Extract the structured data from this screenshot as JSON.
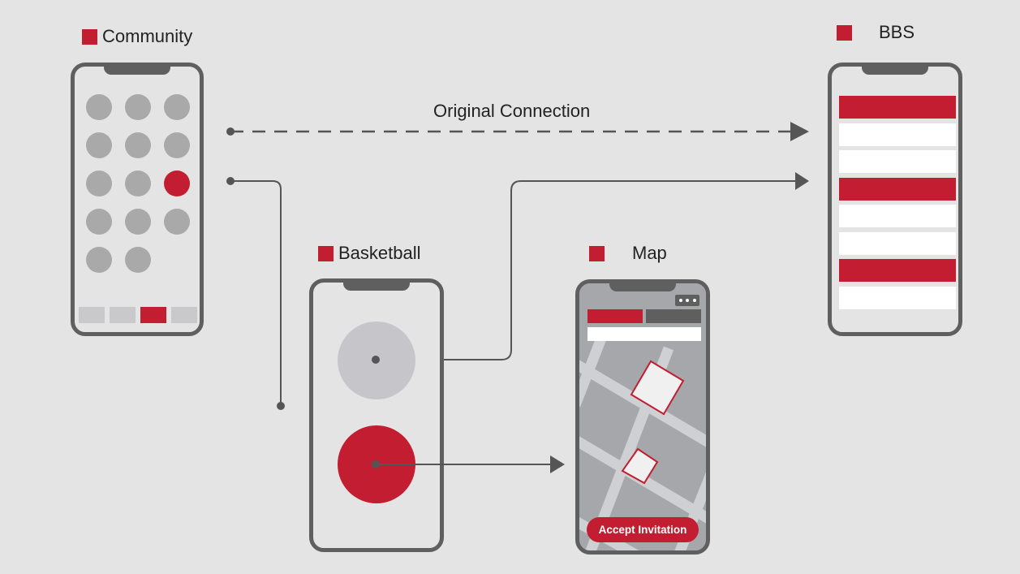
{
  "colors": {
    "background": "#e4e4e4",
    "accent": "#c21d30",
    "frame": "#5f5f5f",
    "dot": "#a9a9a9",
    "line": "#555555"
  },
  "community": {
    "title": "Community",
    "app_icons": [
      {
        "state": "inactive"
      },
      {
        "state": "inactive"
      },
      {
        "state": "inactive"
      },
      {
        "state": "inactive"
      },
      {
        "state": "inactive"
      },
      {
        "state": "inactive"
      },
      {
        "state": "inactive"
      },
      {
        "state": "inactive"
      },
      {
        "state": "active"
      },
      {
        "state": "inactive"
      },
      {
        "state": "inactive"
      },
      {
        "state": "inactive"
      },
      {
        "state": "inactive"
      },
      {
        "state": "inactive"
      }
    ],
    "tabs": [
      {
        "state": "inactive"
      },
      {
        "state": "inactive"
      },
      {
        "state": "active"
      },
      {
        "state": "inactive"
      }
    ]
  },
  "bbs": {
    "title": "BBS",
    "rows": [
      "red",
      "white",
      "white",
      "red",
      "white",
      "white",
      "red",
      "white"
    ]
  },
  "basketball": {
    "title": "Basketball"
  },
  "map": {
    "title": "Map",
    "accept_label": "Accept Invitation"
  },
  "connections": {
    "original_label": "Original Connection"
  }
}
